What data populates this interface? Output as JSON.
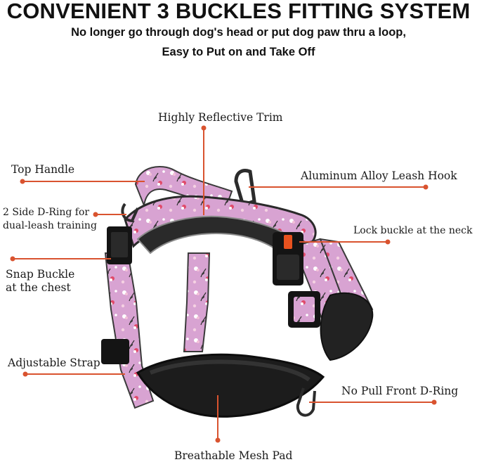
{
  "headline": {
    "title": "CONVENIENT 3 BUCKLES FITTING SYSTEM",
    "line1": "No longer go through dog's head or put dog paw thru a loop,",
    "line2": "Easy to Put on and Take Off"
  },
  "callouts": {
    "reflective_trim": "Highly Reflective Trim",
    "top_handle": "Top Handle",
    "leash_hook": "Aluminum Alloy Leash Hook",
    "side_dring_1": "2 Side D-Ring for",
    "side_dring_2": "dual-leash training",
    "lock_buckle": "Lock buckle at the neck",
    "snap_buckle_1": "Snap Buckle",
    "snap_buckle_2": "at the chest",
    "adjustable_strap": "Adjustable Strap",
    "front_dring": "No Pull Front D-Ring",
    "mesh_pad": "Breathable Mesh Pad"
  },
  "colors": {
    "leader": "#d9532f",
    "strap_pink": "#d9a6d3",
    "strap_dark": "#2b2b2b",
    "buckle_black": "#151515",
    "lock_orange": "#e8521f"
  },
  "image": {
    "subject": "pink floral dog harness",
    "icons": [
      "harness-photo"
    ]
  }
}
